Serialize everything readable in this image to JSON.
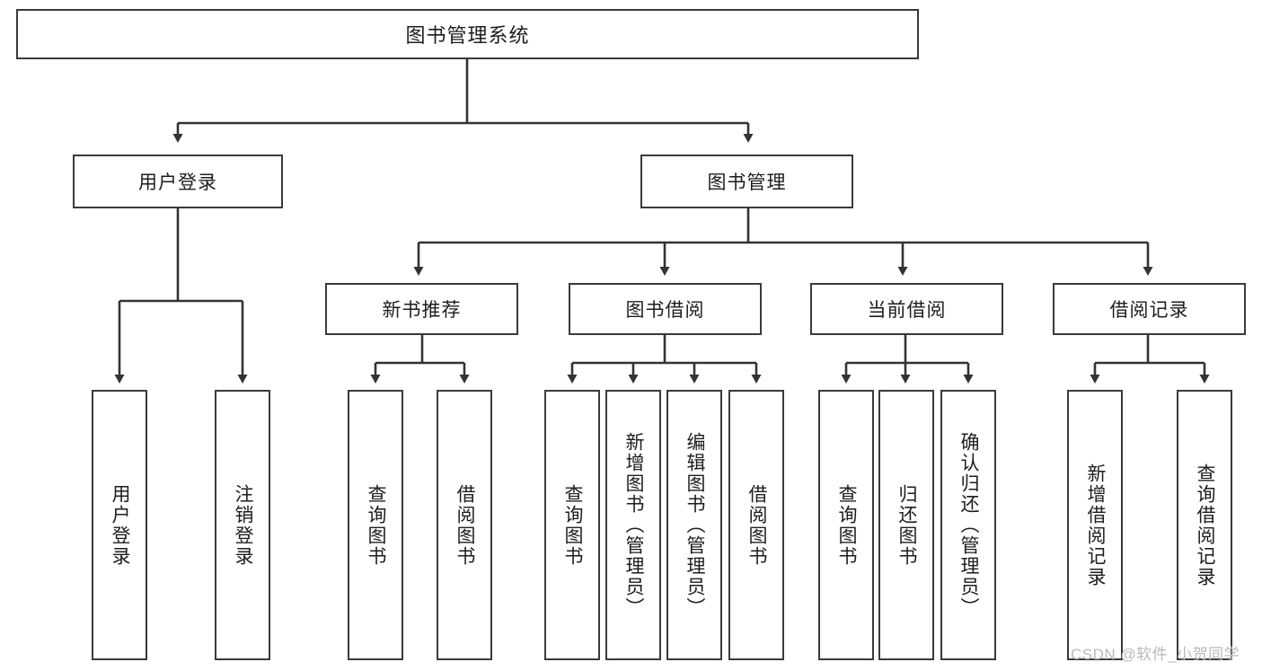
{
  "diagram": {
    "title": "图书管理系统",
    "type": "tree-hierarchy-diagram",
    "colors": {
      "box_border": "#3a3a3a",
      "box_fill": "#ffffff",
      "connector": "#333333",
      "text": "#1d1d1d",
      "watermark": "#b9b9b9",
      "background": "#ffffff"
    }
  },
  "root": {
    "label": "图书管理系统"
  },
  "level1": [
    {
      "label": "用户登录"
    },
    {
      "label": "图书管理"
    }
  ],
  "level2": [
    {
      "label": "新书推荐"
    },
    {
      "label": "图书借阅"
    },
    {
      "label": "当前借阅"
    },
    {
      "label": "借阅记录"
    }
  ],
  "leaves": {
    "user_login": [
      {
        "label": "用户登录"
      },
      {
        "label": "注销登录"
      }
    ],
    "new_book_recommend": [
      {
        "label": "查询图书"
      },
      {
        "label": "借阅图书"
      }
    ],
    "book_borrow": [
      {
        "label": "查询图书"
      },
      {
        "label": "新增图书（管理员）"
      },
      {
        "label": "编辑图书（管理员）"
      },
      {
        "label": "借阅图书"
      }
    ],
    "current_borrow": [
      {
        "label": "查询图书"
      },
      {
        "label": "归还图书"
      },
      {
        "label": "确认归还（管理员）"
      }
    ],
    "borrow_record": [
      {
        "label": "新增借阅记录"
      },
      {
        "label": "查询借阅记录"
      }
    ]
  },
  "watermark": {
    "text": "CSDN @软件_小贺同学"
  }
}
